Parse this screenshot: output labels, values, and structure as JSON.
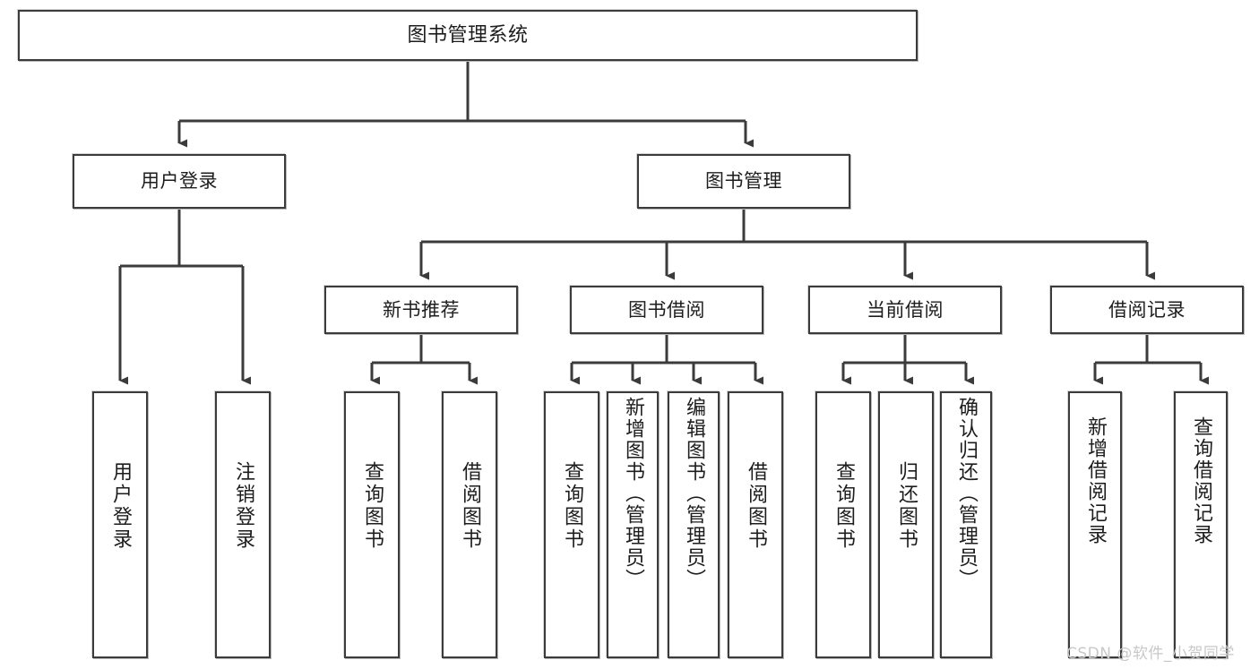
{
  "diagram": {
    "title": "图书管理系统",
    "type": "tree",
    "background": "#ffffff",
    "line_color": "#3b3b3b",
    "text_color": "#1d1d1d",
    "nodes": {
      "root": {
        "label": "图书管理系统"
      },
      "level2": [
        {
          "id": "user-login",
          "label": "用户登录"
        },
        {
          "id": "book-manage",
          "label": "图书管理"
        }
      ],
      "level3": [
        {
          "id": "new-book-recommend",
          "label": "新书推荐"
        },
        {
          "id": "book-borrow",
          "label": "图书借阅"
        },
        {
          "id": "current-borrow",
          "label": "当前借阅"
        },
        {
          "id": "borrow-record",
          "label": "借阅记录"
        }
      ],
      "leaves": {
        "user_login": [
          {
            "id": "leaf-user-login",
            "label": "用户登录"
          },
          {
            "id": "leaf-logout-login",
            "label": "注销登录"
          }
        ],
        "new_book_recommend": [
          {
            "id": "leaf-query-book-1",
            "label": "查询图书"
          },
          {
            "id": "leaf-borrow-book-1",
            "label": "借阅图书"
          }
        ],
        "book_borrow": [
          {
            "id": "leaf-query-book-2",
            "label": "查询图书"
          },
          {
            "id": "leaf-add-book-admin",
            "label": "新增图书（管理员）"
          },
          {
            "id": "leaf-edit-book-admin",
            "label": "编辑图书（管理员）"
          },
          {
            "id": "leaf-borrow-book-2",
            "label": "借阅图书"
          }
        ],
        "current_borrow": [
          {
            "id": "leaf-query-book-3",
            "label": "查询图书"
          },
          {
            "id": "leaf-return-book",
            "label": "归还图书"
          },
          {
            "id": "leaf-confirm-return-admin",
            "label": "确认归还（管理员）"
          }
        ],
        "borrow_record": [
          {
            "id": "leaf-add-borrow-record",
            "label": "新增借阅记录"
          },
          {
            "id": "leaf-query-borrow-record",
            "label": "查询借阅记录"
          }
        ]
      }
    },
    "watermark": "CSDN @软件_小贺同学"
  }
}
